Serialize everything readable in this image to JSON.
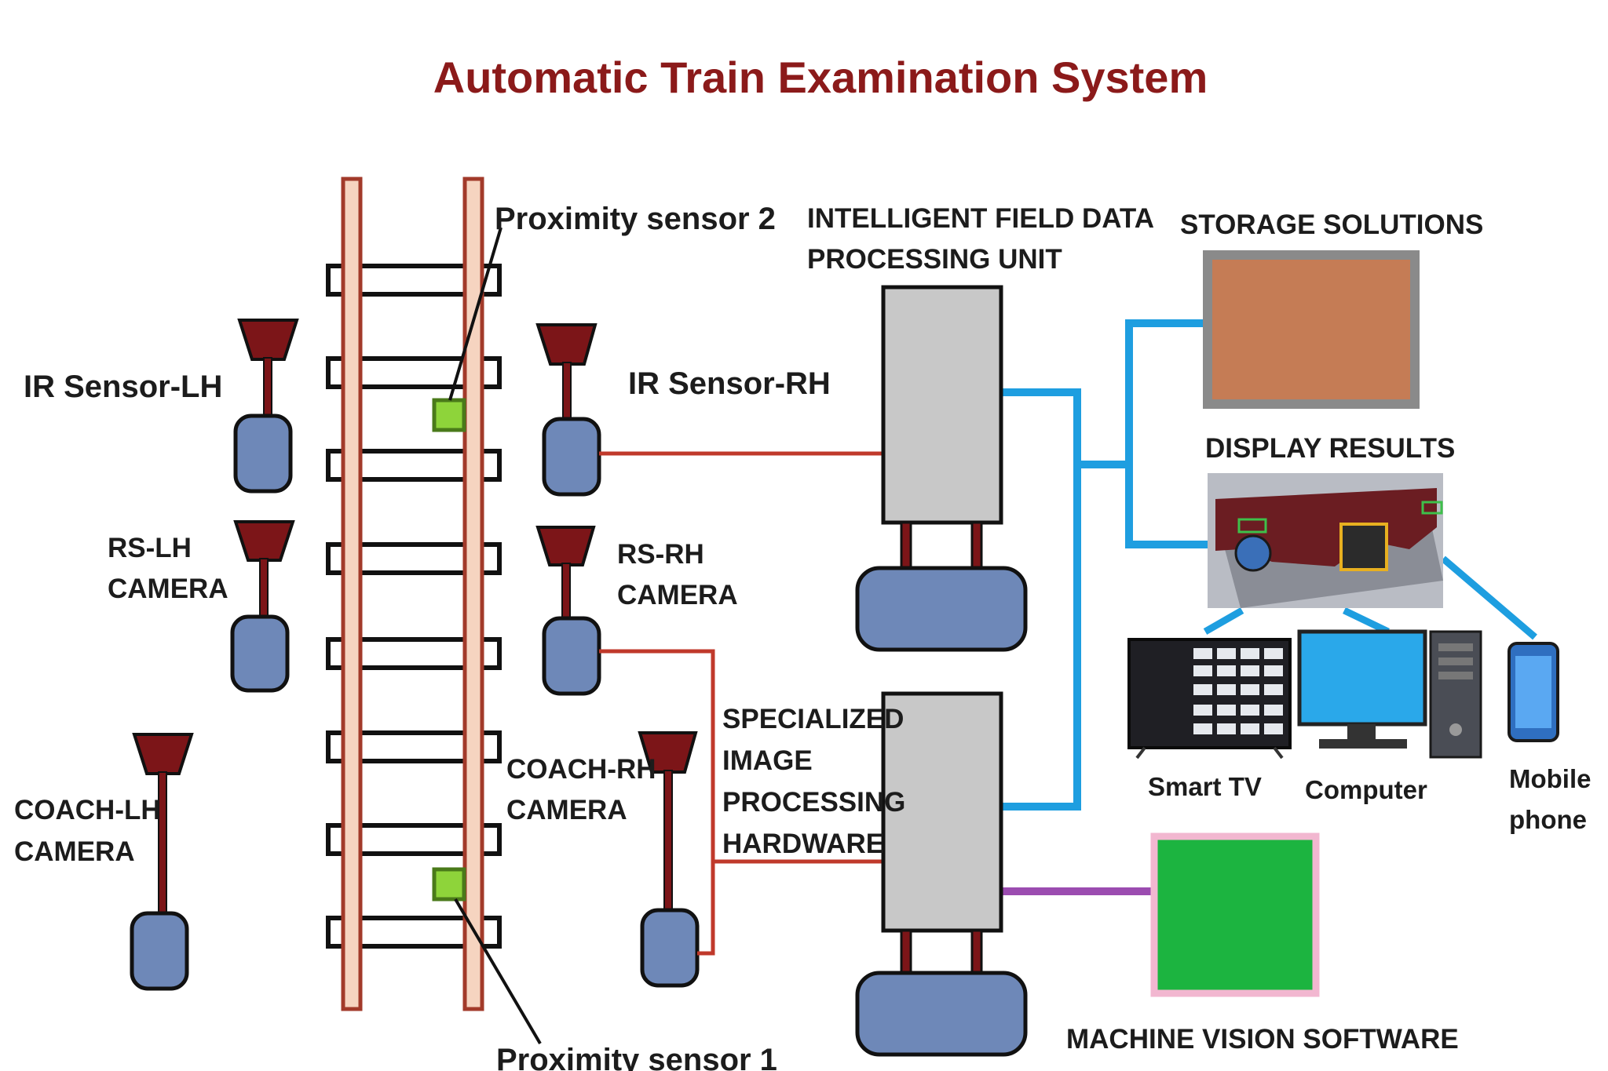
{
  "title": "Automatic Train Examination System",
  "colors": {
    "title": "#8b1a1a",
    "rail": "#f6d4c0",
    "rail_outline": "#a23a2a",
    "sensor_head": "#7c1518",
    "sensor_body": "#6e88b8",
    "proximity_sensor": "#8ed43a",
    "unit_box": "#c8c8c8",
    "red_wire": "#c0392b",
    "blue_wire": "#1e9ee0",
    "purple_wire": "#9b4cb0",
    "storage": "#c57c55",
    "machine_vision": "#1cb440",
    "machine_vision_border": "#f2b7d0"
  },
  "labels": {
    "proximity_sensor_2": "Proximity sensor 2",
    "proximity_sensor_1": "Proximity sensor 1",
    "ir_sensor_lh": "IR Sensor-LH",
    "ir_sensor_rh": "IR Sensor-RH",
    "rs_lh_camera": [
      "RS-LH",
      "CAMERA"
    ],
    "rs_rh_camera": [
      "RS-RH",
      "CAMERA"
    ],
    "coach_lh_camera": [
      "COACH-LH",
      "CAMERA"
    ],
    "coach_rh_camera": [
      "COACH-RH",
      "CAMERA"
    ],
    "intelligent_unit": [
      "INTELLIGENT FIELD DATA",
      "PROCESSING UNIT"
    ],
    "image_hardware": [
      "SPECIALIZED",
      "IMAGE",
      "PROCESSING",
      "HARDWARE"
    ],
    "storage_solutions": "STORAGE SOLUTIONS",
    "display_results": "DISPLAY RESULTS",
    "smart_tv": "Smart TV",
    "computer": "Computer",
    "mobile_phone": [
      "Mobile",
      "phone"
    ],
    "machine_vision_software": "MACHINE VISION SOFTWARE"
  }
}
